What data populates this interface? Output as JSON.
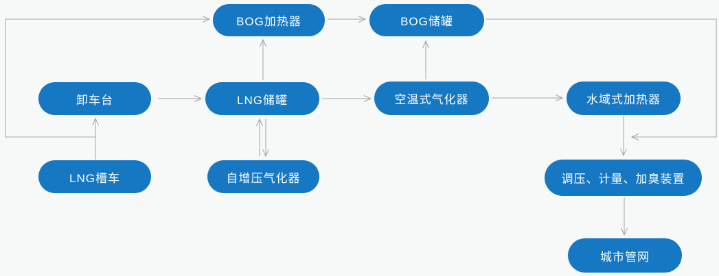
{
  "diagram": {
    "background_color": "#f7f8f8",
    "node_fill_color": "#1677c3",
    "node_text_color": "#ffffff",
    "connector_color": "#a3a3a3",
    "nodes": [
      {
        "id": "bog-heater",
        "label": "BOG加热器"
      },
      {
        "id": "bog-tank",
        "label": "BOG储罐"
      },
      {
        "id": "unloading-platform",
        "label": "卸车台"
      },
      {
        "id": "lng-tank",
        "label": "LNG储罐"
      },
      {
        "id": "ambient-vaporizer",
        "label": "空温式气化器"
      },
      {
        "id": "water-bath-heater",
        "label": "水域式加热器"
      },
      {
        "id": "lng-tanker",
        "label": "LNG槽车"
      },
      {
        "id": "self-pressurizing-vaporizer",
        "label": "自增压气化器"
      },
      {
        "id": "regulating-metering-odorizing",
        "label": "调压、计量、加臭装置"
      },
      {
        "id": "city-pipeline",
        "label": "城市管网"
      }
    ],
    "edges": [
      {
        "from": "lng-tanker",
        "to": "unloading-platform"
      },
      {
        "from": "unloading-platform",
        "to": "bog-heater"
      },
      {
        "from": "unloading-platform",
        "to": "lng-tank"
      },
      {
        "from": "lng-tank",
        "to": "bog-heater"
      },
      {
        "from": "bog-heater",
        "to": "bog-tank"
      },
      {
        "from": "lng-tank",
        "to": "ambient-vaporizer"
      },
      {
        "from": "ambient-vaporizer",
        "to": "bog-tank"
      },
      {
        "from": "ambient-vaporizer",
        "to": "water-bath-heater"
      },
      {
        "from": "self-pressurizing-vaporizer",
        "to": "lng-tank"
      },
      {
        "from": "lng-tank",
        "to": "self-pressurizing-vaporizer"
      },
      {
        "from": "water-bath-heater",
        "to": "regulating-metering-odorizing"
      },
      {
        "from": "bog-tank",
        "to": "regulating-metering-odorizing"
      },
      {
        "from": "regulating-metering-odorizing",
        "to": "city-pipeline"
      }
    ]
  }
}
